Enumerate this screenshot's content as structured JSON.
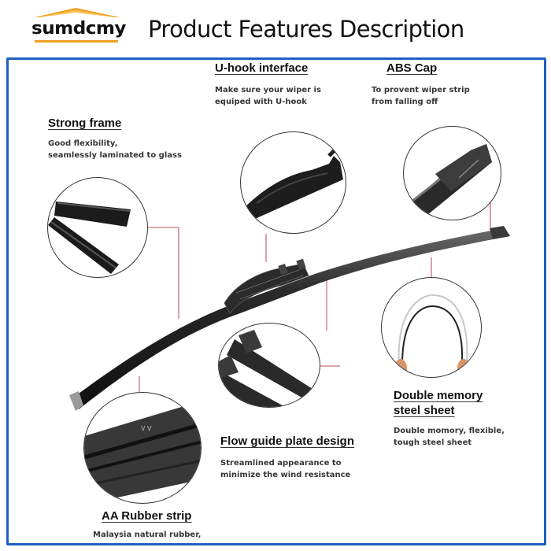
{
  "header": {
    "brand": "sumdcmy",
    "title": "Product Features Description"
  },
  "colors": {
    "frame_border": "#1f5fc4",
    "logo_orange": "#f0a020",
    "connector_line": "#c9707a",
    "wiper_black": "#1c1c1c"
  },
  "features": [
    {
      "id": "strong-frame",
      "title": "Strong frame",
      "description": [
        "Good flexibility,",
        "seamlessly laminated to glass"
      ]
    },
    {
      "id": "u-hook-interface",
      "title": "U-hook interface",
      "description": [
        "Make sure your wiper is",
        "equiped with U-hook"
      ]
    },
    {
      "id": "abs-cap",
      "title": "ABS Cap",
      "description": [
        "To provent wiper strip",
        "from falling off"
      ]
    },
    {
      "id": "double-memory-steel-sheet",
      "title": [
        "Double memory",
        "steel sheet"
      ],
      "description": [
        "Double momory, flexible,",
        "tough steel sheet"
      ]
    },
    {
      "id": "flow-guide-plate-design",
      "title": "Flow guide plate design",
      "description": [
        "Streamlined appearance to",
        "minimize the wind resistance"
      ]
    },
    {
      "id": "aa-rubber-strip",
      "title": "AA Rubber strip",
      "description": [
        "Malaysia natural rubber,"
      ]
    }
  ],
  "icons": {
    "logo_roof": "roof-chevron-icon"
  }
}
